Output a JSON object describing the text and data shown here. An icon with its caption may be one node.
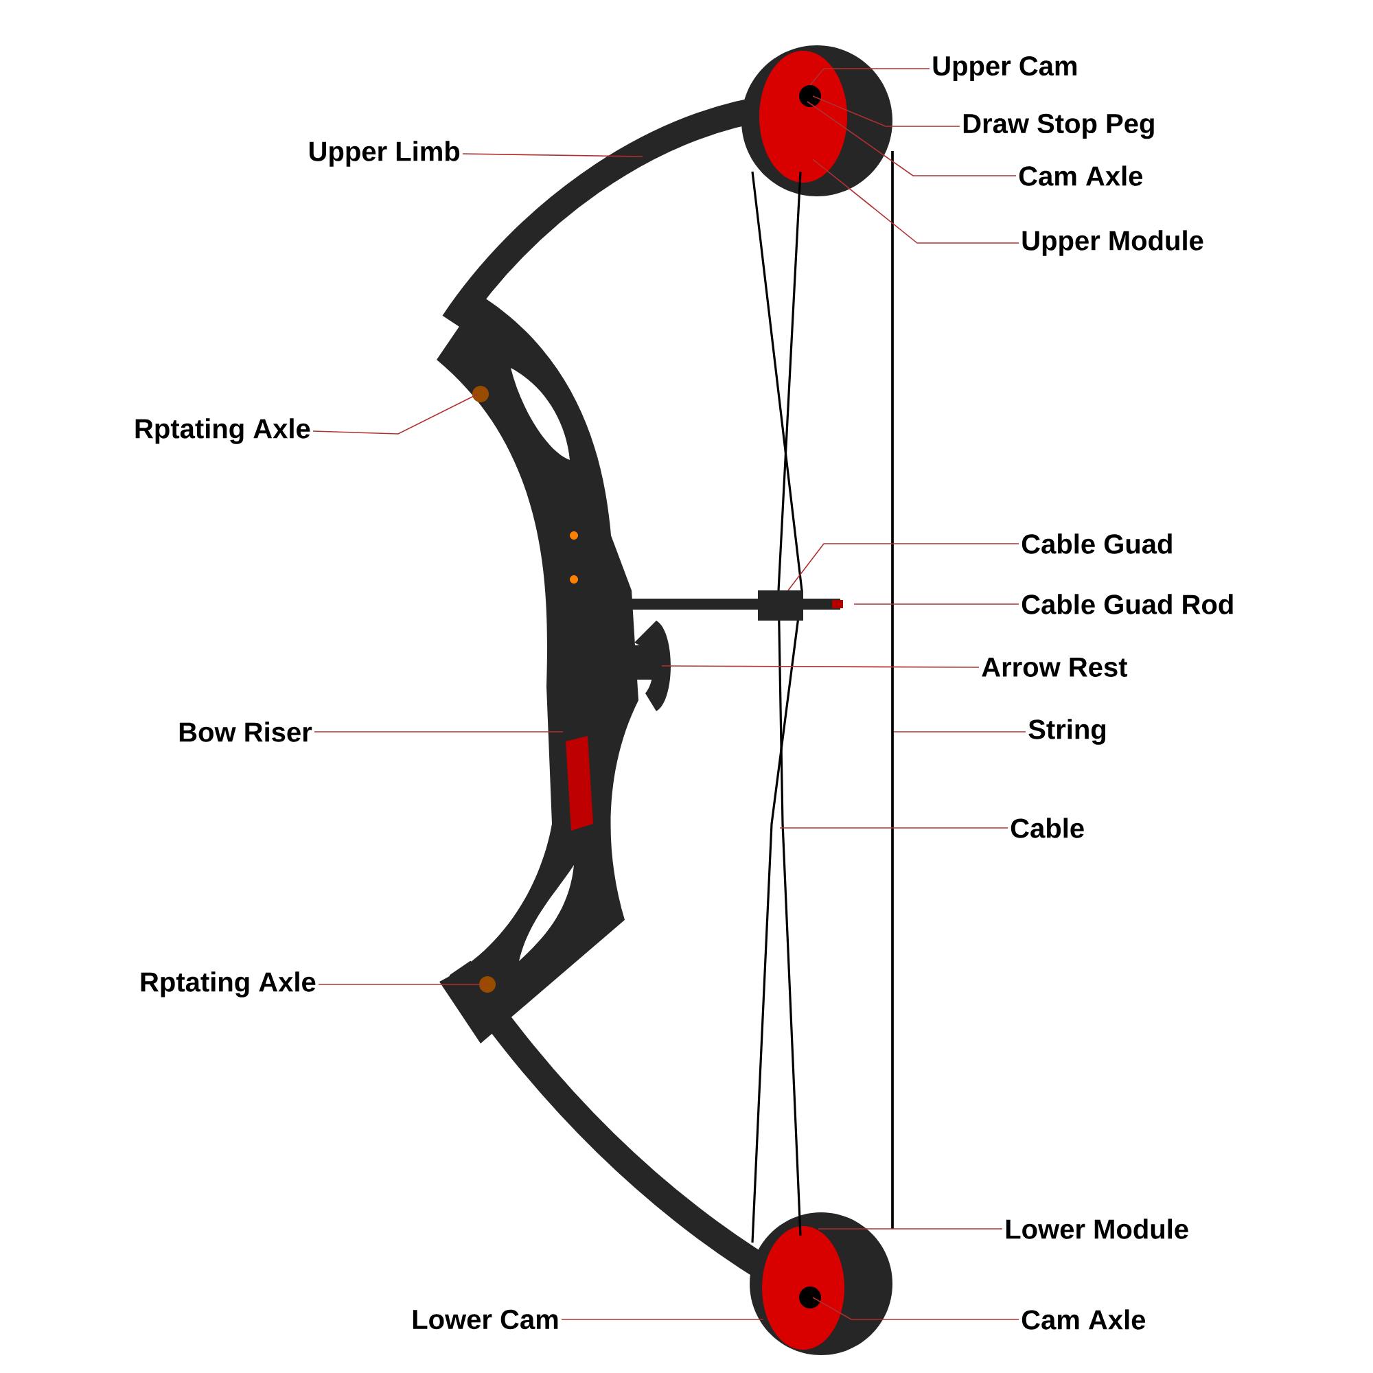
{
  "diagram": {
    "nodes": [
      {
        "text": [
          "Upper Cam"
        ]
      },
      {
        "text": [
          "Draw Stop Peg"
        ]
      },
      {
        "text": [
          "Cam Axle"
        ]
      },
      {
        "text": [
          "Upper Module"
        ]
      },
      {
        "text": [
          "Upper Limb"
        ]
      },
      {
        "text": [
          "Rptating Axle"
        ]
      },
      {
        "text": [
          "Cable Guad"
        ]
      },
      {
        "text": [
          "Cable Guad Rod"
        ]
      },
      {
        "text": [
          "Arrow Rest"
        ]
      },
      {
        "text": [
          "String"
        ]
      },
      {
        "text": [
          "Bow Riser"
        ]
      },
      {
        "text": [
          "Cable"
        ]
      },
      {
        "text": [
          "Rptating Axle"
        ]
      },
      {
        "text": [
          "Lower Module"
        ]
      },
      {
        "text": [
          "Lower Cam"
        ]
      },
      {
        "text": [
          "Cam Axle"
        ]
      }
    ],
    "edges": [
      {
        "from": 0,
        "to": null,
        "arrow": "none"
      },
      {
        "from": 1,
        "to": null,
        "arrow": "none"
      },
      {
        "from": 2,
        "to": null,
        "arrow": "none"
      },
      {
        "from": 3,
        "to": null,
        "arrow": "none"
      },
      {
        "from": 4,
        "to": null,
        "arrow": "none"
      },
      {
        "from": 5,
        "to": null,
        "arrow": "none"
      },
      {
        "from": 6,
        "to": null,
        "arrow": "none"
      },
      {
        "from": 7,
        "to": null,
        "arrow": "none"
      },
      {
        "from": 8,
        "to": null,
        "arrow": "none"
      },
      {
        "from": 9,
        "to": null,
        "arrow": "none"
      },
      {
        "from": 10,
        "to": null,
        "arrow": "none"
      },
      {
        "from": 11,
        "to": null,
        "arrow": "none"
      },
      {
        "from": 12,
        "to": null,
        "arrow": "none"
      },
      {
        "from": 13,
        "to": null,
        "arrow": "none"
      },
      {
        "from": 14,
        "to": null,
        "arrow": "none"
      },
      {
        "from": 15,
        "to": null,
        "arrow": "none"
      }
    ]
  }
}
